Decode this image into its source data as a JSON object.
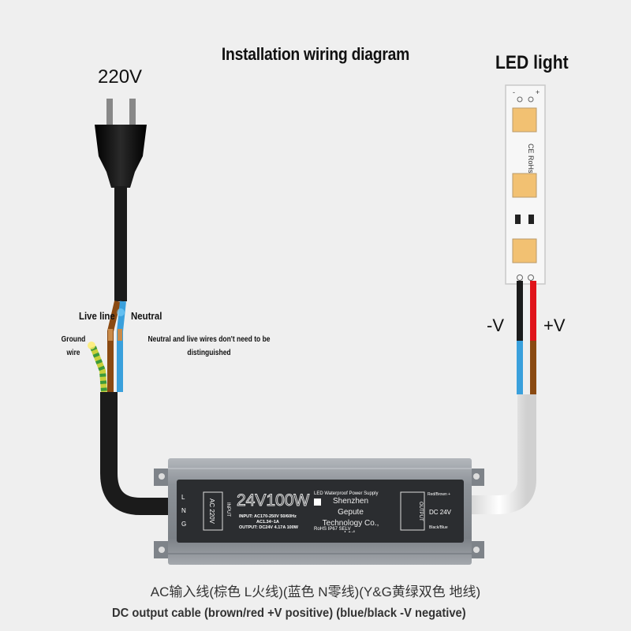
{
  "title": "Installation wiring diagram",
  "source": {
    "voltage": "220V",
    "live_label": "Live line",
    "neutral_label": "Neutral",
    "ground_label": "Ground wire",
    "note": "Neutral and live wires don't need to be distinguished"
  },
  "load": {
    "title": "LED light",
    "strip_mark": "CE RoHs",
    "minus_label": "-V",
    "plus_label": "+V"
  },
  "psu": {
    "model": "24V100W",
    "product_name": "LED Waterproof Power Supply",
    "input_spec": "INPUT: AC170-250V 50/60Hz",
    "input_current": "AC1.34~1A",
    "output_spec": "OUTPUT: DC24V 4.17A 100W",
    "maker": "Shenzhen Gepute Technology Co., Ltd.",
    "cert": "RoHS IP67 SELV",
    "input_terminals": [
      "L",
      "N",
      "G"
    ],
    "input_box": "AC 220V",
    "input_tag": "INPUT",
    "output_tag": "OUTPUT",
    "output_box": "DC 24V",
    "output_pos": "Red/Brown +",
    "output_neg": "Black/Blue"
  },
  "footer": {
    "line1": "AC输入线(棕色 L火线)(蓝色 N零线)(Y&G黄绿双色 地线)",
    "line2": "DC output cable (brown/red +V positive) (blue/black -V negative)"
  },
  "colors": {
    "background": "#efefef",
    "cable_black": "#1b1b1b",
    "wire_brown": "#8a4a12",
    "wire_blue": "#3aa0dc",
    "wire_ground": "#c9cf3a",
    "wire_red": "#e0141b",
    "psu_body": "#8a8f96",
    "psu_label": "#2b2d30",
    "led_chip": "#f2c172"
  },
  "icons": [
    "plug-icon",
    "led-strip",
    "power-supply"
  ]
}
